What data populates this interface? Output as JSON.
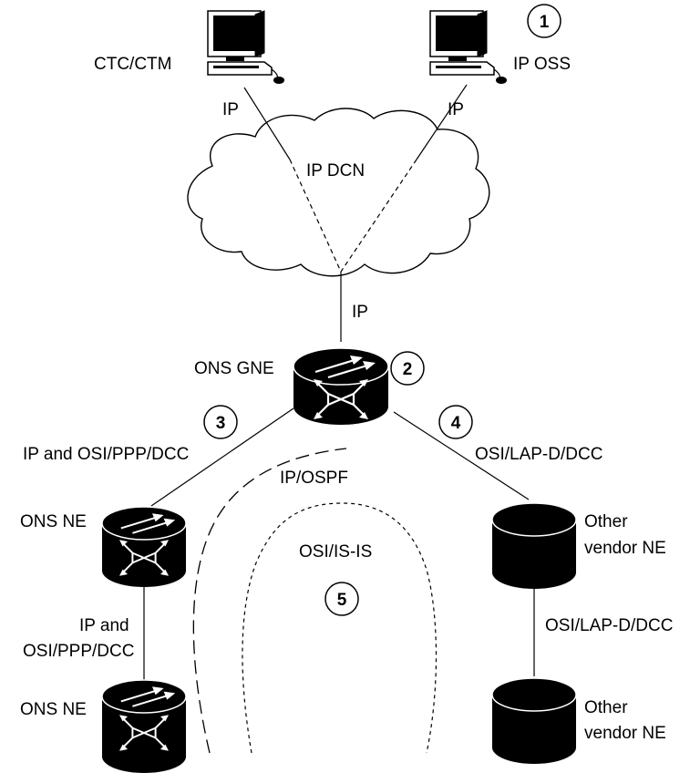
{
  "stations": {
    "ctc": {
      "label": "CTC/CTM",
      "icon": "computer-icon"
    },
    "oss": {
      "label": "IP OSS",
      "icon": "computer-icon"
    }
  },
  "cloud": {
    "label": "IP DCN",
    "icon": "cloud-icon"
  },
  "links": {
    "ctc_ip": "IP",
    "oss_ip": "IP",
    "gne_ip": "IP",
    "ne1_link": "IP and OSI/PPP/DCC",
    "ne2_link_line1": "IP and",
    "ne2_link_line2": "OSI/PPP/DCC",
    "vendor1_link": "OSI/LAP-D/DCC",
    "vendor2_link": "OSI/LAP-D/DCC"
  },
  "nodes": {
    "gne": "ONS GNE",
    "ne1": "ONS NE",
    "ne2": "ONS NE",
    "vendor1_line1": "Other",
    "vendor1_line2": "vendor NE",
    "vendor2_line1": "Other",
    "vendor2_line2": "vendor NE"
  },
  "regions": {
    "ospf": "IP/OSPF",
    "isis": "OSI/IS-IS"
  },
  "callouts": [
    "1",
    "2",
    "3",
    "4",
    "5"
  ],
  "colors": {
    "stroke": "#000000",
    "fill": "#000000",
    "background": "#ffffff"
  }
}
